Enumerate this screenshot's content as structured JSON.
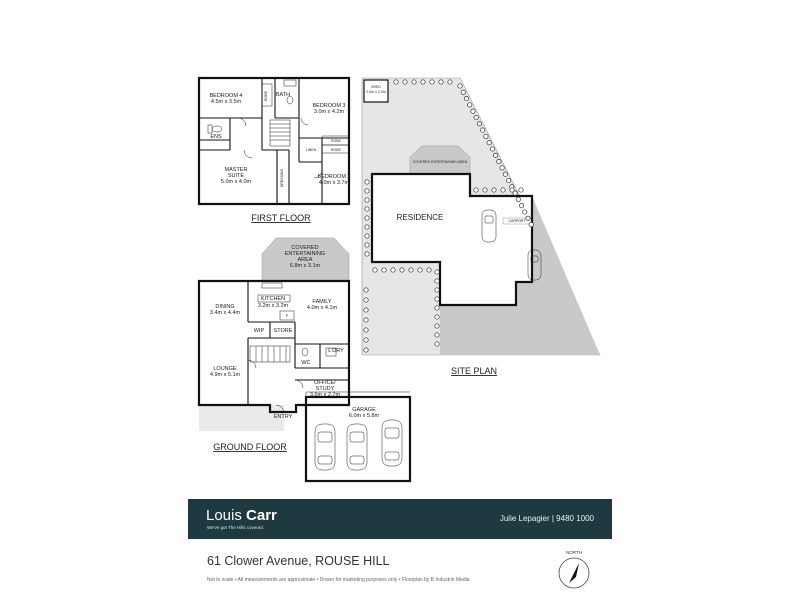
{
  "first_floor": {
    "title": "FIRST FLOOR",
    "rooms": [
      {
        "name": "BEDROOM 4",
        "size": "4.5m x 3.5m"
      },
      {
        "name": "BATH",
        "size": ""
      },
      {
        "name": "BEDROOM 3",
        "size": "3.0m x 4.2m"
      },
      {
        "name": "ENS",
        "size": ""
      },
      {
        "name": "MASTER",
        "size": "SUITE"
      },
      {
        "name": "5.0m x 4.0m",
        "size": ""
      },
      {
        "name": "BEDROOM 2",
        "size": "4.0m x 3.7m"
      },
      {
        "name": "ROBE",
        "size": ""
      },
      {
        "name": "ROBE",
        "size": ""
      },
      {
        "name": "ROBE",
        "size": ""
      },
      {
        "name": "DRESSING",
        "size": ""
      },
      {
        "name": "LINEN",
        "size": ""
      }
    ]
  },
  "ground_floor": {
    "title": "GROUND FLOOR",
    "rooms": [
      {
        "name": "COVERED",
        "size": "ENTERTAINING"
      },
      {
        "name": "AREA",
        "size": "6.8m x 3.1m"
      },
      {
        "name": "DINING",
        "size": "3.4m x 4.4m"
      },
      {
        "name": "KITCHEN",
        "size": "3.2m x 3.2m"
      },
      {
        "name": "FAMILY",
        "size": "4.0m x 4.1m"
      },
      {
        "name": "WIP",
        "size": ""
      },
      {
        "name": "STORE",
        "size": ""
      },
      {
        "name": "P",
        "size": ""
      },
      {
        "name": "LOUNGE",
        "size": "4.9m x 5.1m"
      },
      {
        "name": "WC",
        "size": ""
      },
      {
        "name": "L'DRY",
        "size": ""
      },
      {
        "name": "OFFICE/",
        "size": "STUDY"
      },
      {
        "name": "3.6m x 2.7m",
        "size": ""
      },
      {
        "name": "ENTRY",
        "size": ""
      },
      {
        "name": "GARAGE",
        "size": "6.0m x 5.8m"
      }
    ]
  },
  "site_plan": {
    "title": "SITE PLAN",
    "residence": "RESIDENCE",
    "shed": "SHED",
    "shed_size": "2.0m x 2.3m",
    "covered_area": "COVERED ENTERTAINING AREA",
    "carport": "CARPORT"
  },
  "footer": {
    "brand_light": "Louis",
    "brand_bold": "Carr",
    "tagline": "We've got The Hills covered.",
    "agent": "Julie Lepagier | 9480 1000",
    "address": "61 Clower Avenue, ROUSE HILL",
    "disclaimer": "Not to scale  •  All measurements are approximate  •  Drawn for marketing purposes only  •  Floorplan by B Industrie Media",
    "north": "NORTH"
  },
  "colors": {
    "footer_bg": "#1e3a40",
    "outdoor_grey": "#c9c9c9",
    "lawn_grey": "#e6e6e6"
  }
}
